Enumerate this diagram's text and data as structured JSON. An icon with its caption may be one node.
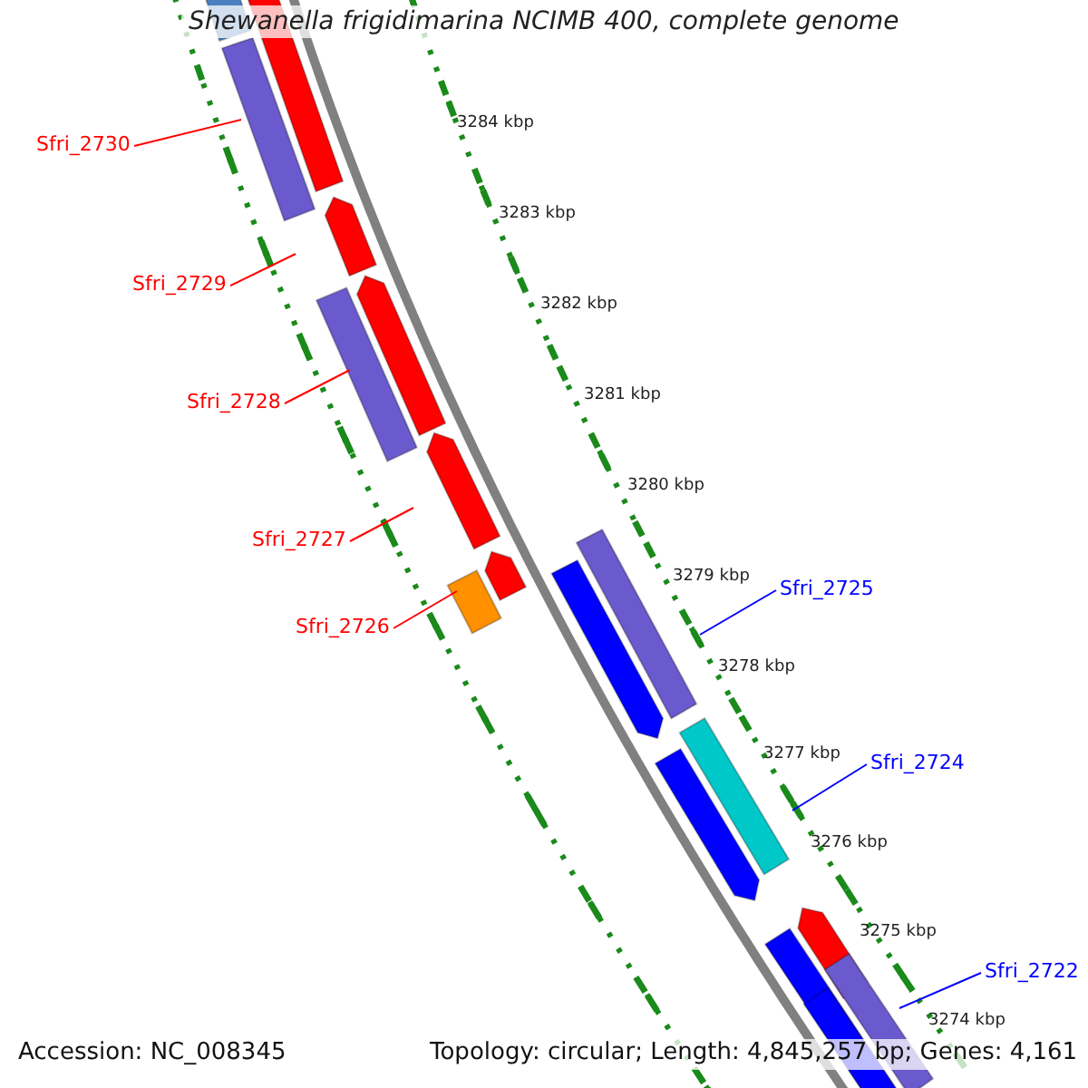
{
  "diagram": {
    "title": "Shewanella frigidimarina NCIMB 400, complete genome",
    "nodes": [
      {
        "text": [
          "Sfri_2730"
        ]
      },
      {
        "text": [
          "Sfri_2729"
        ]
      },
      {
        "text": [
          "Sfri_2728"
        ]
      },
      {
        "text": [
          "Sfri_2727"
        ]
      },
      {
        "text": [
          "Sfri_2726"
        ]
      },
      {
        "text": [
          "Sfri_2725"
        ]
      },
      {
        "text": [
          "Sfri_2724"
        ]
      },
      {
        "text": [
          "Sfri_2722"
        ]
      }
    ],
    "edges": [
      {
        "from": 0,
        "to": null,
        "arrow": "none"
      },
      {
        "from": 1,
        "to": null,
        "arrow": "none"
      },
      {
        "from": 2,
        "to": null,
        "arrow": "none"
      },
      {
        "from": 3,
        "to": null,
        "arrow": "none"
      },
      {
        "from": 4,
        "to": null,
        "arrow": "none"
      },
      {
        "from": 5,
        "to": null,
        "arrow": "none",
        "color": "#0000ff"
      },
      {
        "from": 6,
        "to": null,
        "arrow": "none",
        "color": "#0000ff"
      },
      {
        "from": 7,
        "to": null,
        "arrow": "none",
        "color": "#0000ff"
      }
    ],
    "labels": [
      "3284 kbp",
      "3283 kbp",
      "3282 kbp",
      "3281 kbp",
      "3280 kbp",
      "3279 kbp",
      "3278 kbp",
      "3277 kbp",
      "3276 kbp",
      "3275 kbp",
      "3274 kbp",
      "Accession: NC_008345",
      "Topology: circular; Length: 4,845,257 bp; Genes: 4,161"
    ]
  }
}
